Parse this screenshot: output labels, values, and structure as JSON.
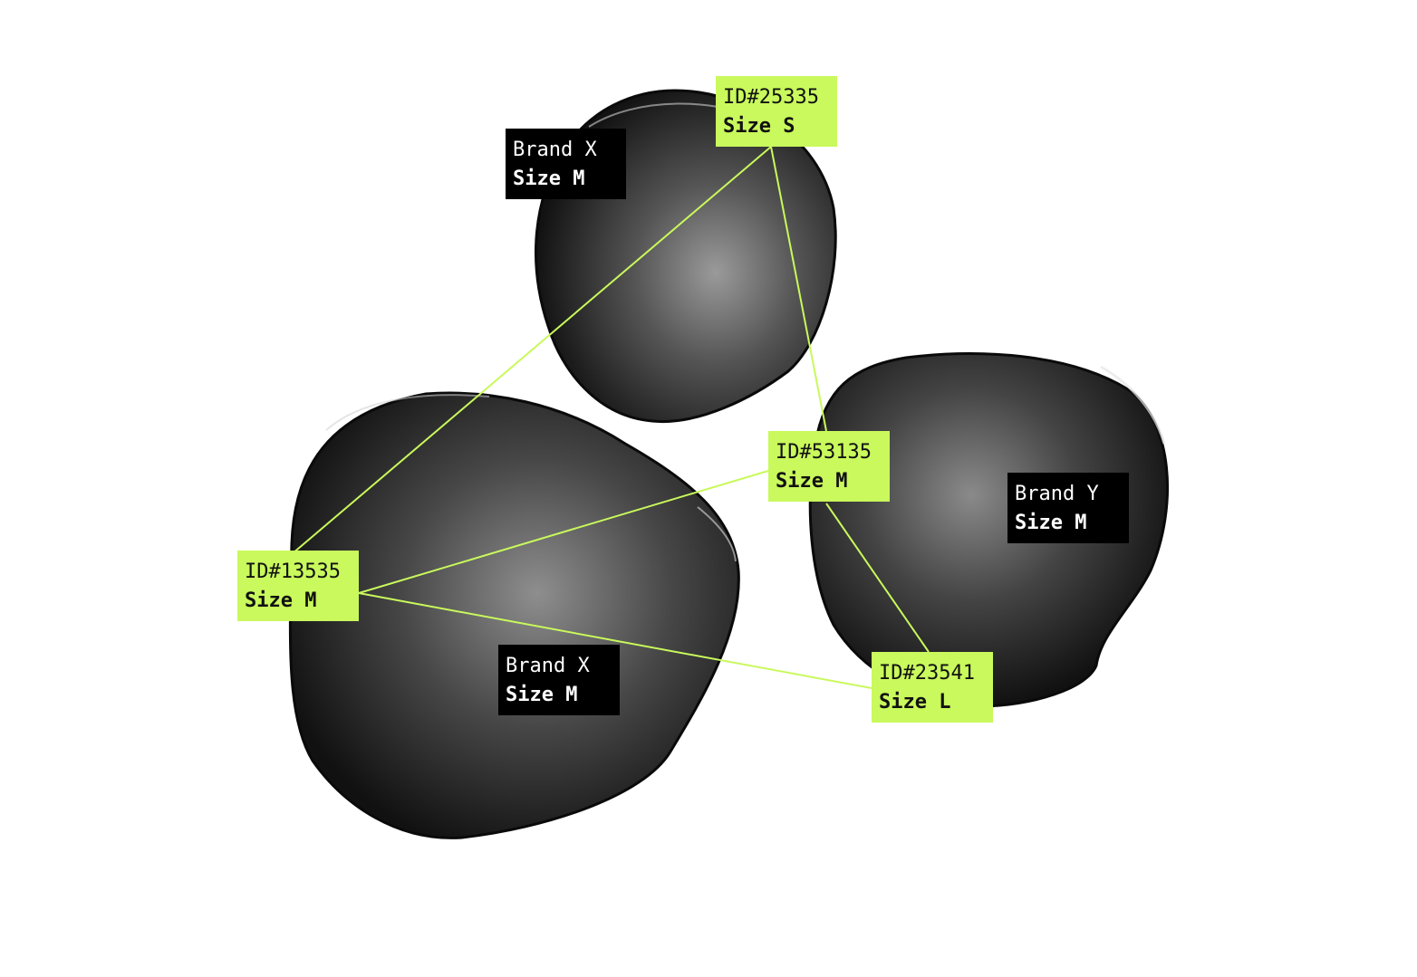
{
  "colors": {
    "accent": "#c9f95c",
    "blob": "#2a2a2a",
    "brand_bg": "#000000",
    "background": "#ffffff"
  },
  "brand_labels": [
    {
      "line1": "Brand X",
      "line2": "Size M"
    },
    {
      "line1": "Brand Y",
      "line2": "Size M"
    },
    {
      "line1": "Brand X",
      "line2": "Size M"
    }
  ],
  "id_labels": [
    {
      "line1": "ID#25335",
      "line2": "Size S"
    },
    {
      "line1": "ID#53135",
      "line2": "Size M"
    },
    {
      "line1": "ID#13535",
      "line2": "Size M"
    },
    {
      "line1": "ID#23541",
      "line2": "Size L"
    }
  ]
}
